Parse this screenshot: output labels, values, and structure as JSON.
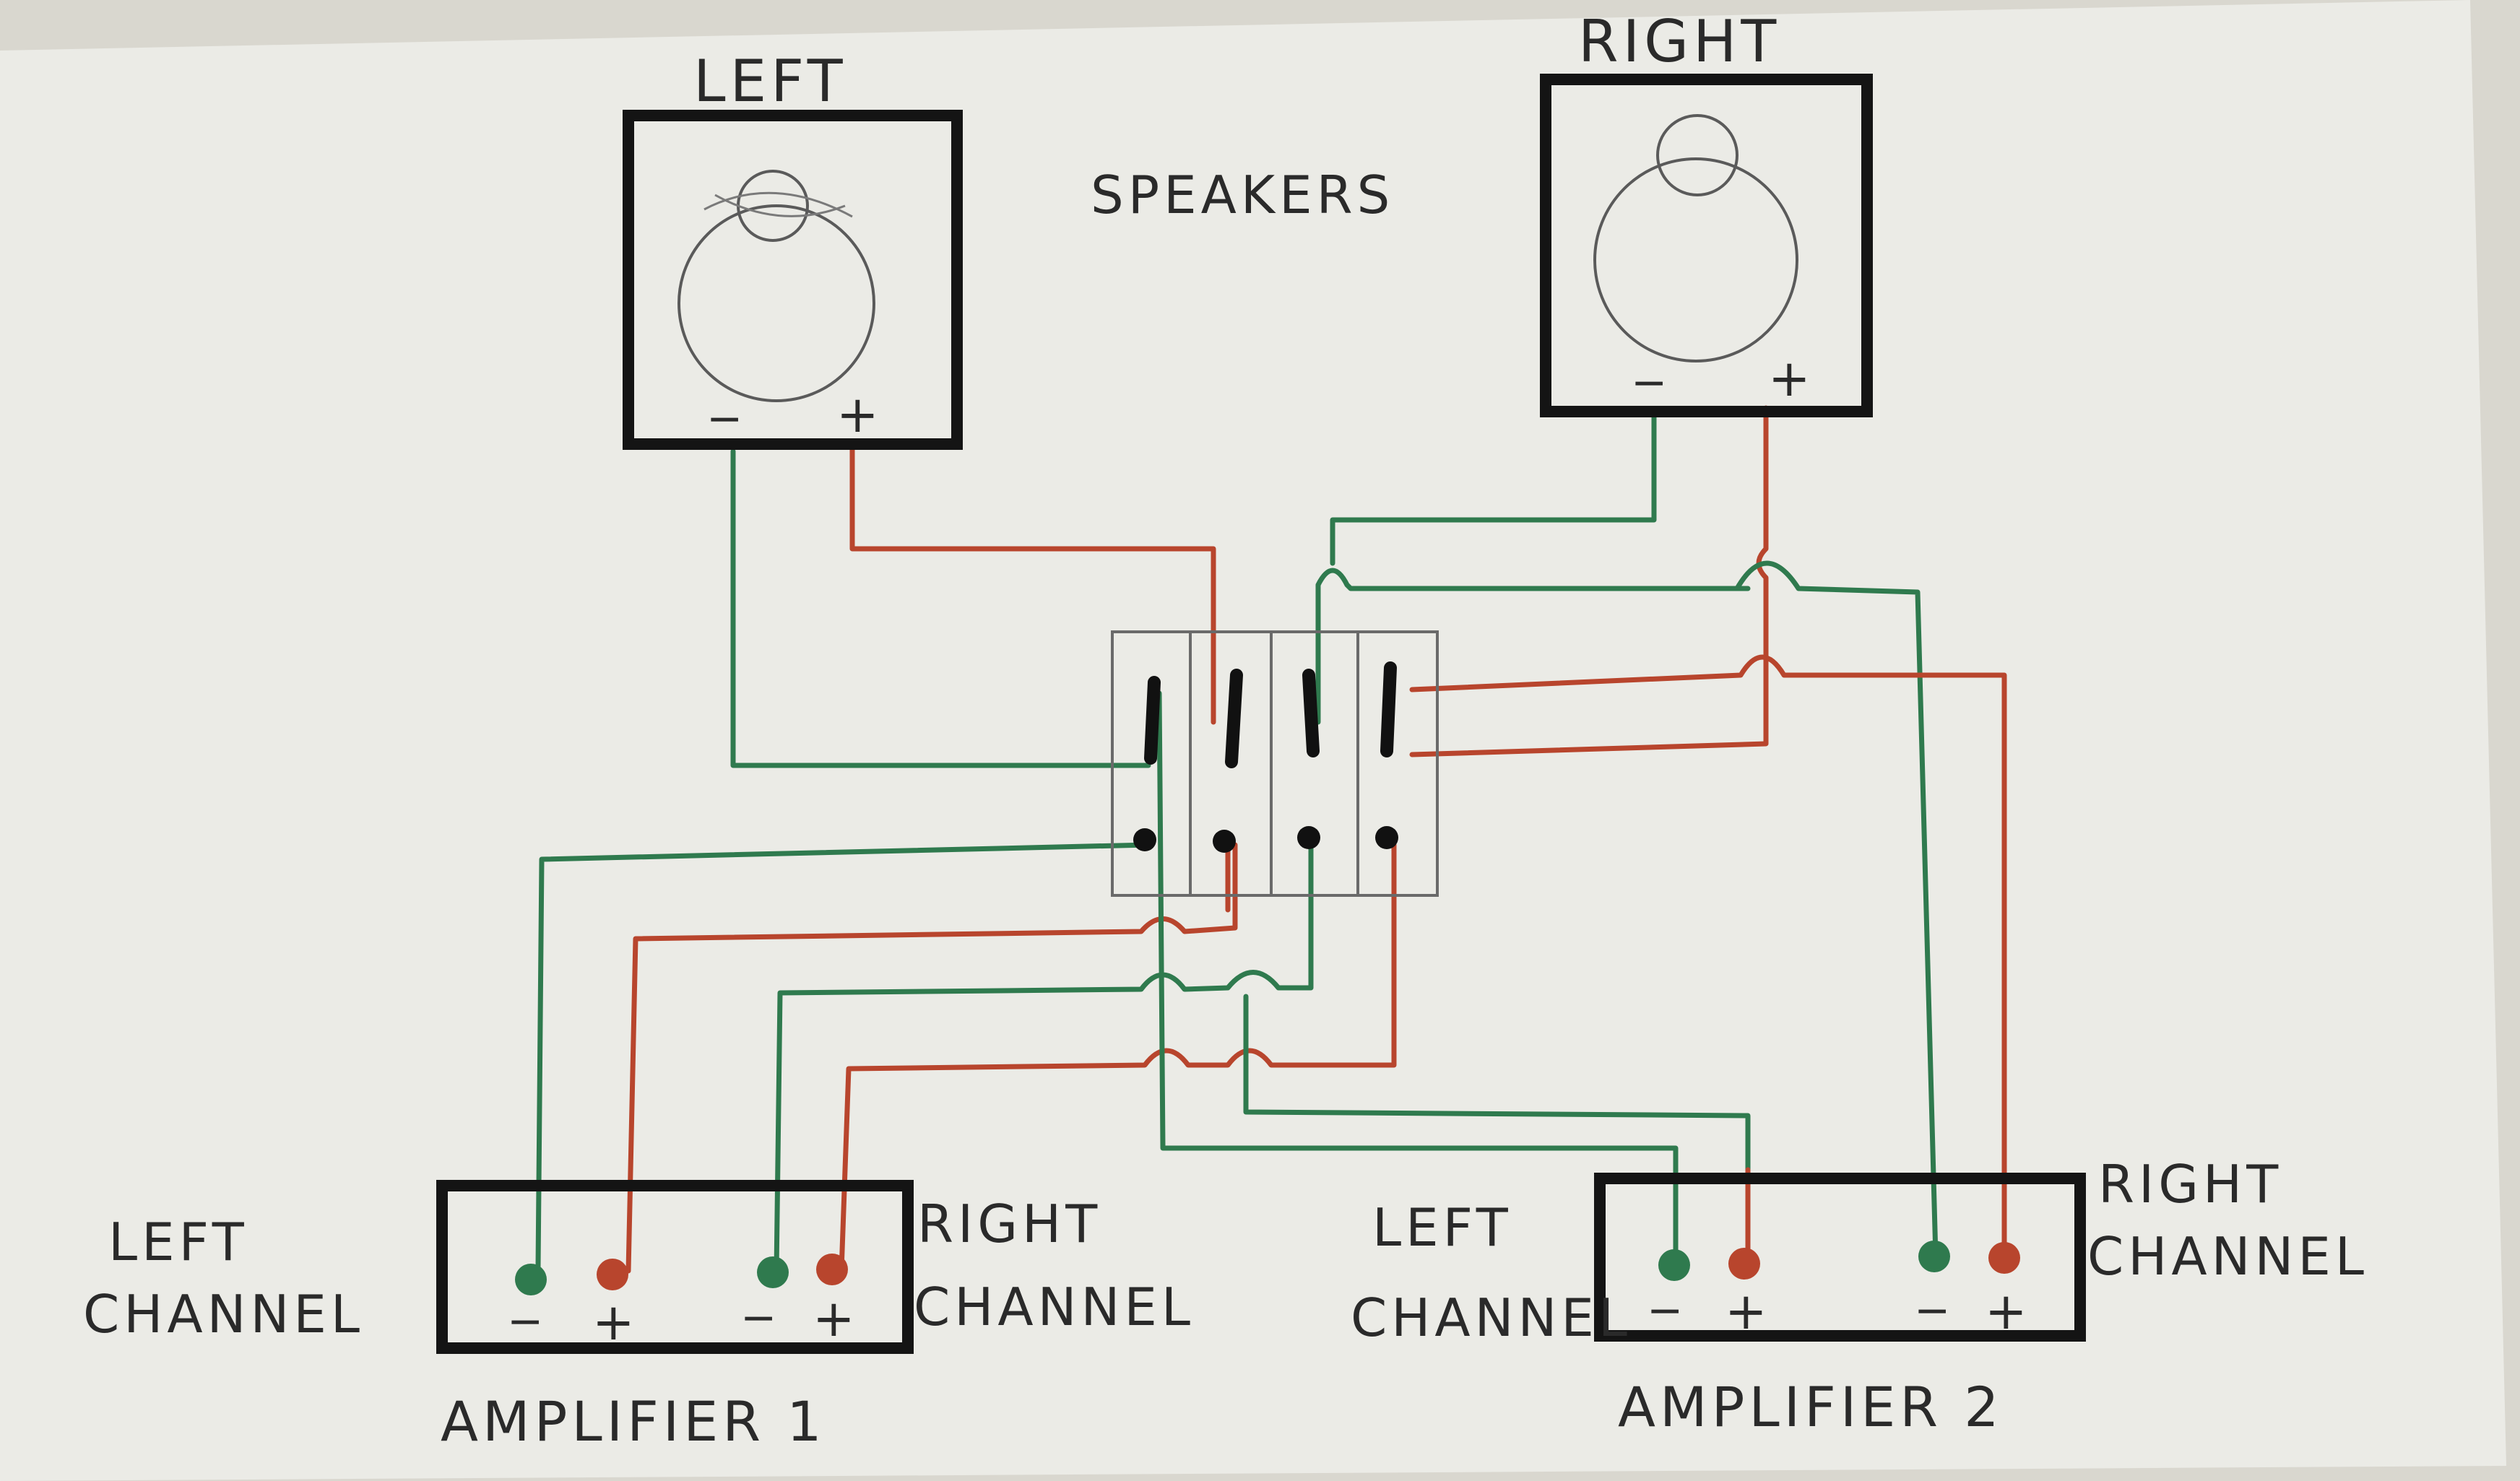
{
  "labels": {
    "speakers_title": "SPEAKERS",
    "left_speaker": "LEFT",
    "right_speaker": "RIGHT",
    "amp1_name": "AMPLIFIER 1",
    "amp2_name": "AMPLIFIER 2",
    "amp1_left_line1": "LEFT",
    "amp1_left_line2": "CHANNEL",
    "amp1_right_line1": "RIGHT",
    "amp1_right_line2": "CHANNEL",
    "amp2_left_line1": "LEFT",
    "amp2_left_line2": "CHANNEL",
    "amp2_right_line1": "RIGHT",
    "amp2_right_line2": "CHANNEL",
    "minus": "−",
    "plus": "+"
  },
  "colors": {
    "paper": "#ebebe6",
    "background": "#d9d7cf",
    "box_outline": "#141414",
    "pencil": "#5a5a5a",
    "negative_wire": "#2f7a4e",
    "positive_wire": "#b8452d",
    "switch_ink": "#111111"
  }
}
